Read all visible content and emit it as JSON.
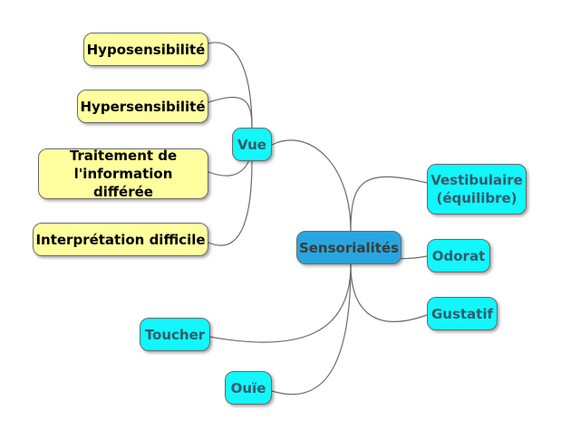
{
  "mindmap": {
    "colors": {
      "root_fill": "#29a6df",
      "branch_fill": "#11f7fb",
      "leaf_fill": "#ffff9f",
      "connector": "#6b6b6b"
    },
    "root": {
      "label": "Sensorialités"
    },
    "branches": {
      "vue": {
        "label": "Vue",
        "children": [
          {
            "label": "Hyposensibilité"
          },
          {
            "label": "Hypersensibilité"
          },
          {
            "label": "Traitement de l'information différée"
          },
          {
            "label": "Interprétation difficile"
          }
        ]
      },
      "vestibulaire": {
        "label": "Vestibulaire (équilibre)"
      },
      "odorat": {
        "label": "Odorat"
      },
      "gustatif": {
        "label": "Gustatif"
      },
      "toucher": {
        "label": "Toucher"
      },
      "ouie": {
        "label": "Ouïe"
      }
    }
  }
}
